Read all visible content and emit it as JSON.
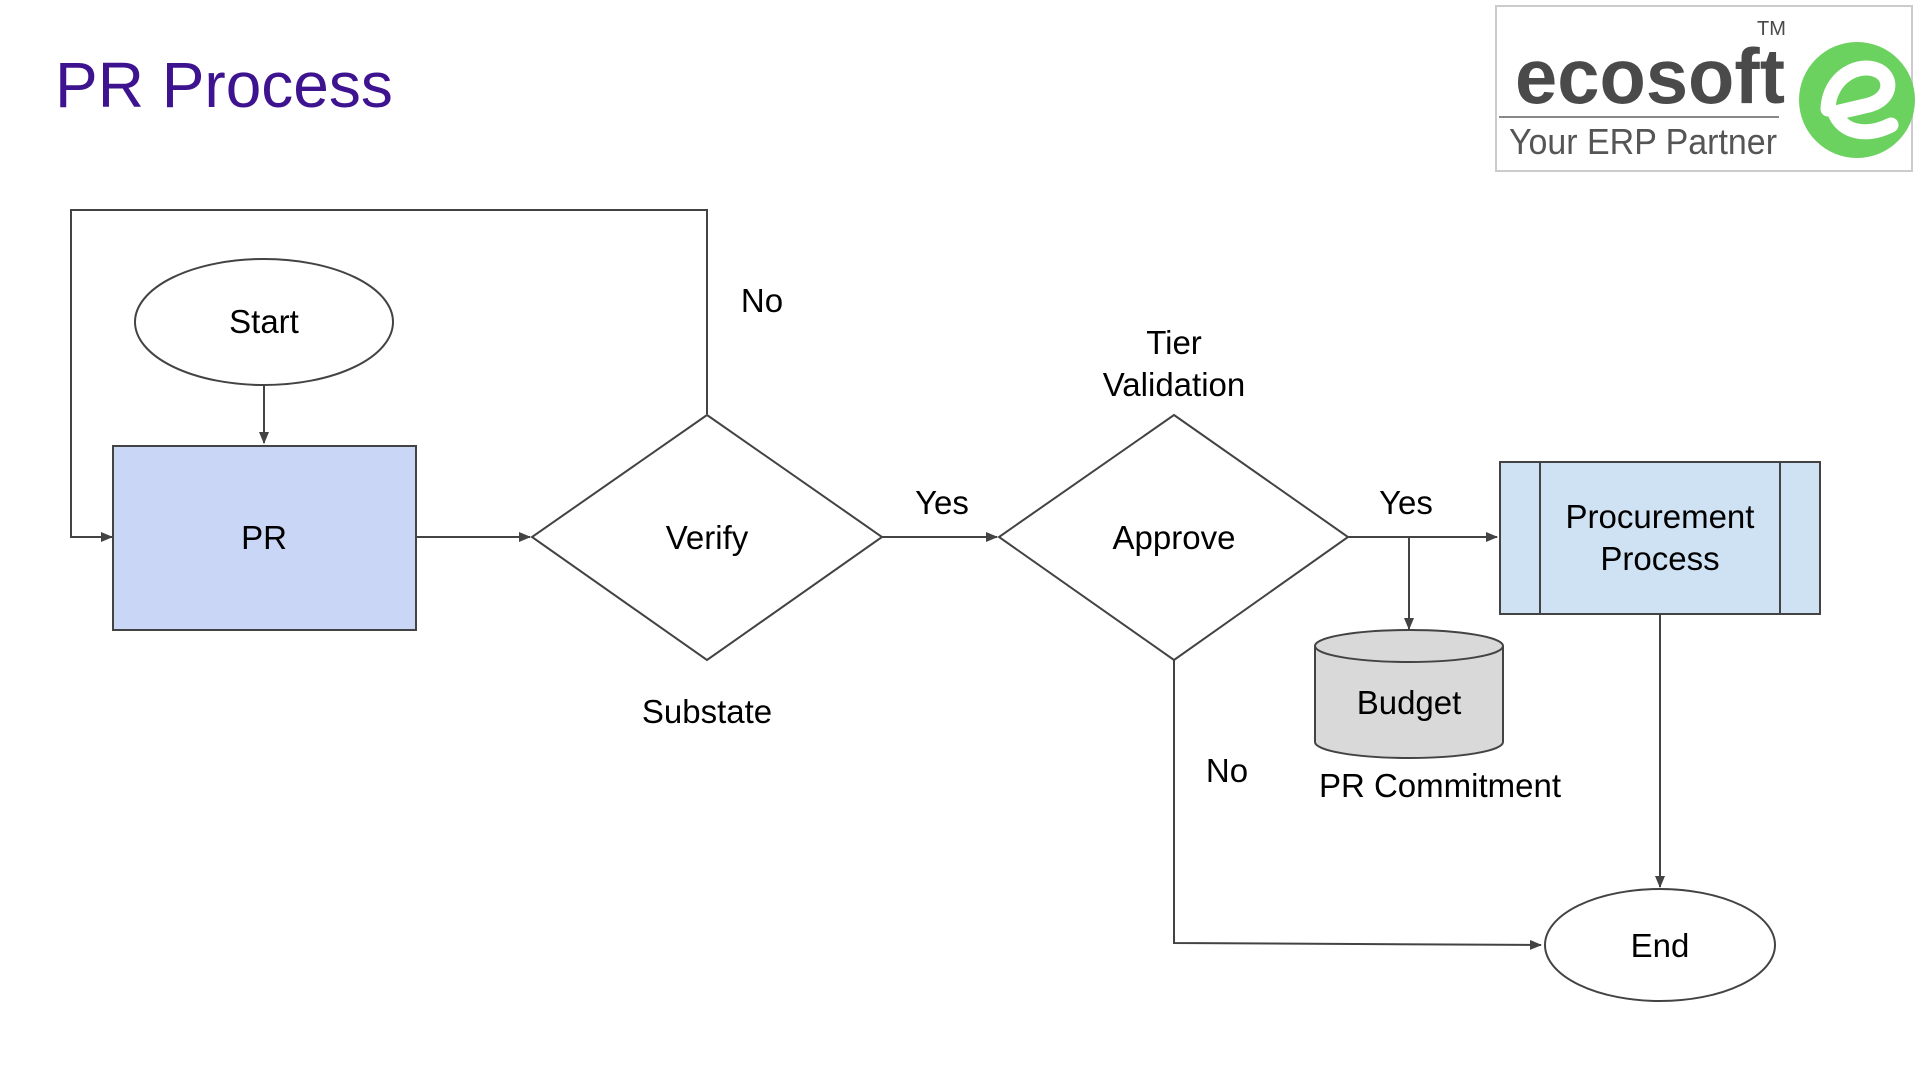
{
  "slide": {
    "title": "PR Process"
  },
  "logo": {
    "wordmark": "ecosoft",
    "trademark": "TM",
    "tagline": "Your ERP Partner",
    "colors": {
      "wordmark": "#4a4a4a",
      "tagline": "#555555",
      "emblem": "#6bd25f",
      "border": "#cccccc"
    }
  },
  "diagram": {
    "nodes": {
      "start": {
        "label": "Start",
        "shape": "ellipse"
      },
      "pr": {
        "label": "PR",
        "shape": "process",
        "fill": "#c9d6f5"
      },
      "verify": {
        "label": "Verify",
        "shape": "decision",
        "caption": "Substate"
      },
      "approve": {
        "label": "Approve",
        "shape": "decision",
        "caption_line1": "Tier",
        "caption_line2": "Validation"
      },
      "procurement": {
        "label_line1": "Procurement",
        "label_line2": "Process",
        "shape": "predefined-process",
        "fill": "#cfe2f3"
      },
      "budget": {
        "label": "Budget",
        "shape": "database",
        "fill": "#d9d9d9",
        "caption": "PR Commitment"
      },
      "end": {
        "label": "End",
        "shape": "ellipse"
      }
    },
    "edges": {
      "verify_no": "No",
      "verify_yes": "Yes",
      "approve_yes": "Yes",
      "approve_no": "No"
    },
    "colors": {
      "stroke": "#434343",
      "text": "#000000"
    }
  }
}
